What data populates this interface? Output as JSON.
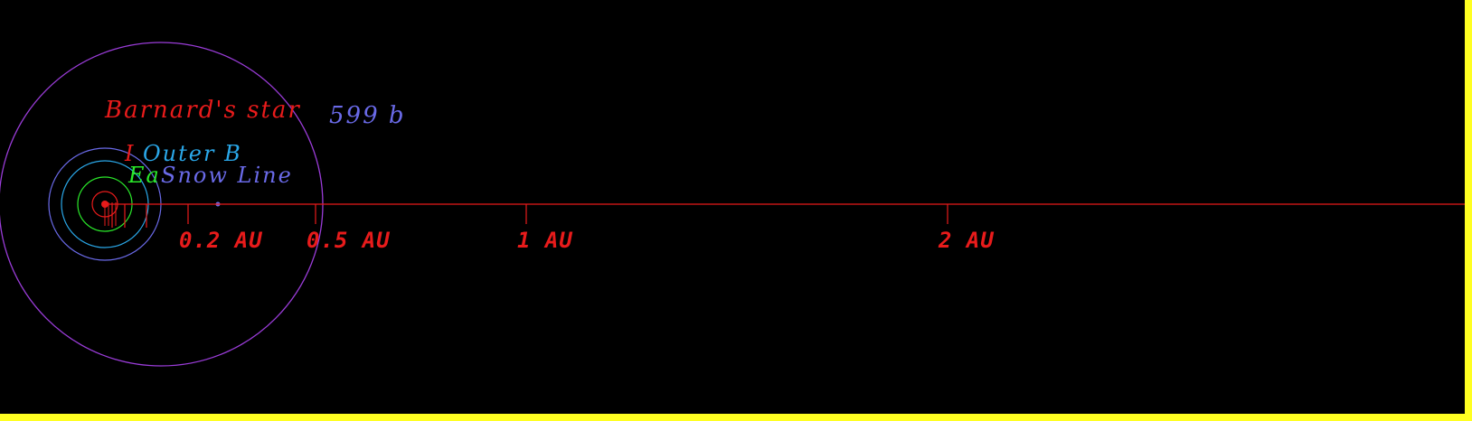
{
  "star": {
    "name": "Barnard's star",
    "color": "#e81b1b"
  },
  "planet": {
    "name": "599 b",
    "orbit_au": 0.4,
    "color": "#6a6ae8",
    "orbit_color": "#9a3cd8"
  },
  "zones": [
    {
      "name": "Outer B",
      "color": "#2aa7e8",
      "radius_au": 0.072
    },
    {
      "name": "Snow Line",
      "color": "#6a6ae8",
      "radius_au": 0.13
    },
    {
      "name": "I",
      "color": "#e81b1b",
      "radius_au": 0.02
    },
    {
      "name": "Ea",
      "color": "#2ae82a",
      "radius_au": 0.04
    }
  ],
  "inner_rings": [
    {
      "color": "#e81b1b",
      "radius_au": 0.02
    },
    {
      "color": "#2ae82a",
      "radius_au": 0.04
    },
    {
      "color": "#2aa7e8",
      "radius_au": 0.072
    },
    {
      "color": "#6a6ae8",
      "radius_au": 0.13
    }
  ],
  "axis": {
    "color": "#e81b1b",
    "ticks": [
      {
        "au": 0.02,
        "label": ""
      },
      {
        "au": 0.04,
        "label": ""
      },
      {
        "au": 0.1,
        "label": ""
      },
      {
        "au": 0.2,
        "label": "0.2 AU"
      },
      {
        "au": 0.5,
        "label": "0.5 AU"
      },
      {
        "au": 1,
        "label": "1 AU"
      },
      {
        "au": 2,
        "label": "2 AU"
      }
    ]
  },
  "border_color": "#ffff22"
}
